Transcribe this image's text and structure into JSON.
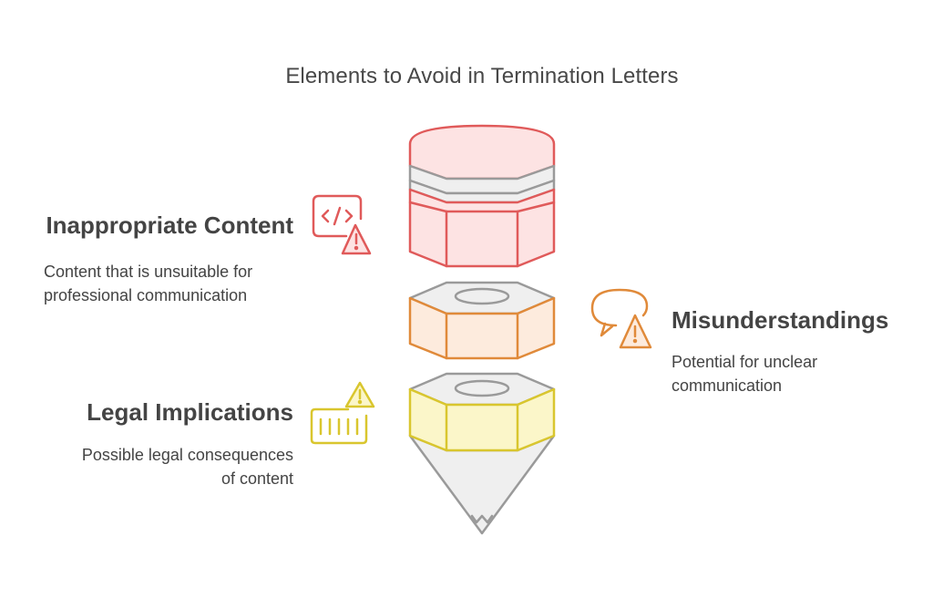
{
  "title": "Elements to Avoid in Termination Letters",
  "items": [
    {
      "heading": "Inappropriate Content",
      "description_lines": [
        "Content that is unsuitable for",
        "professional communication"
      ],
      "icon": "code-warning-icon",
      "color": "#E05A5A",
      "fill": "#FDE3E3"
    },
    {
      "heading": "Misunderstandings",
      "description_lines": [
        "Potential for unclear",
        "communication"
      ],
      "icon": "speech-bubble-warning-icon",
      "color": "#E08A3A",
      "fill": "#FDEBDD"
    },
    {
      "heading": "Legal Implications",
      "description_lines": [
        "Possible legal consequences",
        "of content"
      ],
      "icon": "barcode-warning-icon",
      "color": "#D9C62E",
      "fill": "#FBF6C9"
    }
  ],
  "colors": {
    "text": "#444444",
    "gray_stroke": "#9A9A9A",
    "gray_fill": "#EFEFEF"
  }
}
